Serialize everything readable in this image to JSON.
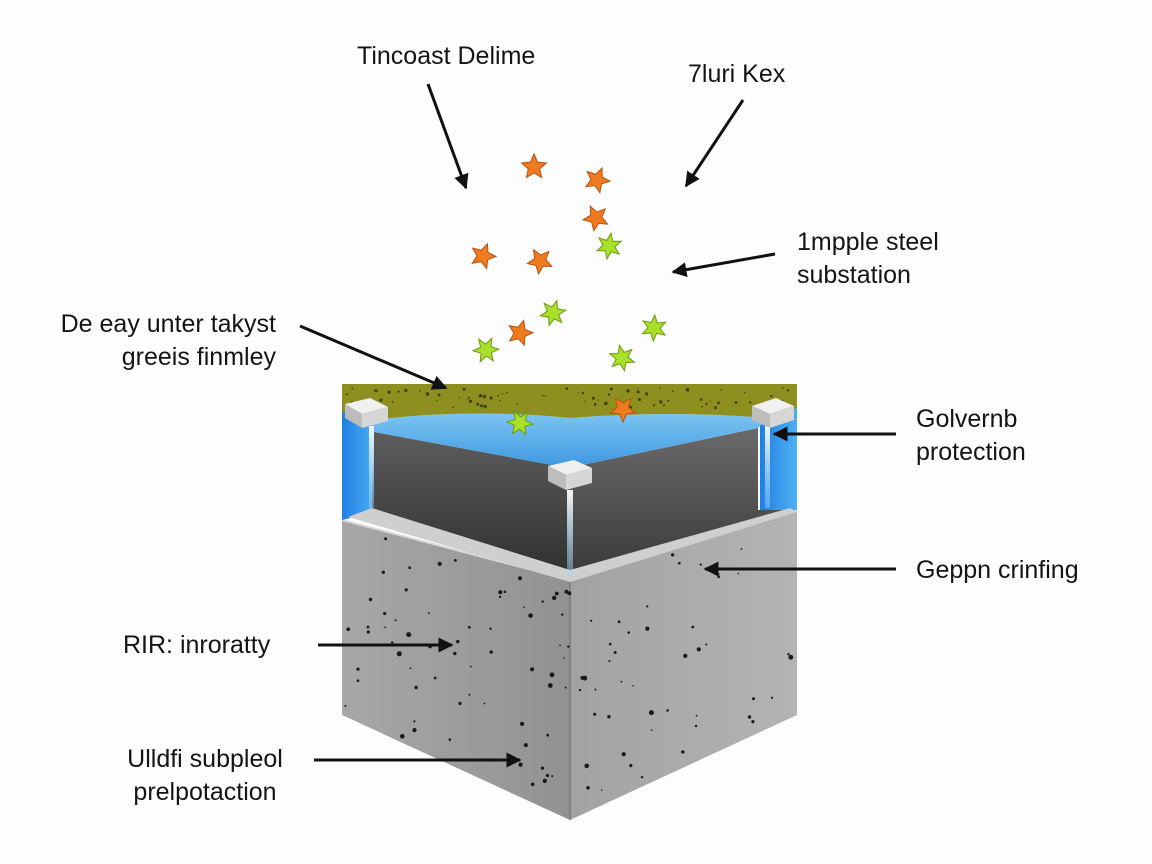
{
  "labels": {
    "top_left": "Tincoast Delime",
    "top_right": "7luri Kex",
    "steel_line1": "1mpple steel",
    "steel_line2": "substation",
    "left_line1": "De eay unter takyst",
    "left_line2": "greeis finmley",
    "gov_line1": "Golvernb",
    "gov_line2": "protection",
    "geppn": "Geppn crinfing",
    "rir": "RIR: inroratty",
    "ulldfi_line1": "Ulldfi subpleol",
    "ulldfi_line2": "prelpotaction"
  },
  "colors": {
    "concrete": "#9c9c9c",
    "water": "#3f9fe6",
    "moss": "#8d8f1e",
    "star_orange": "#f07a1f",
    "star_green": "#a8e02a",
    "arrow": "#111111"
  },
  "icons": {
    "particles": "star-particle-icon",
    "posts": "steel-post-icon"
  }
}
